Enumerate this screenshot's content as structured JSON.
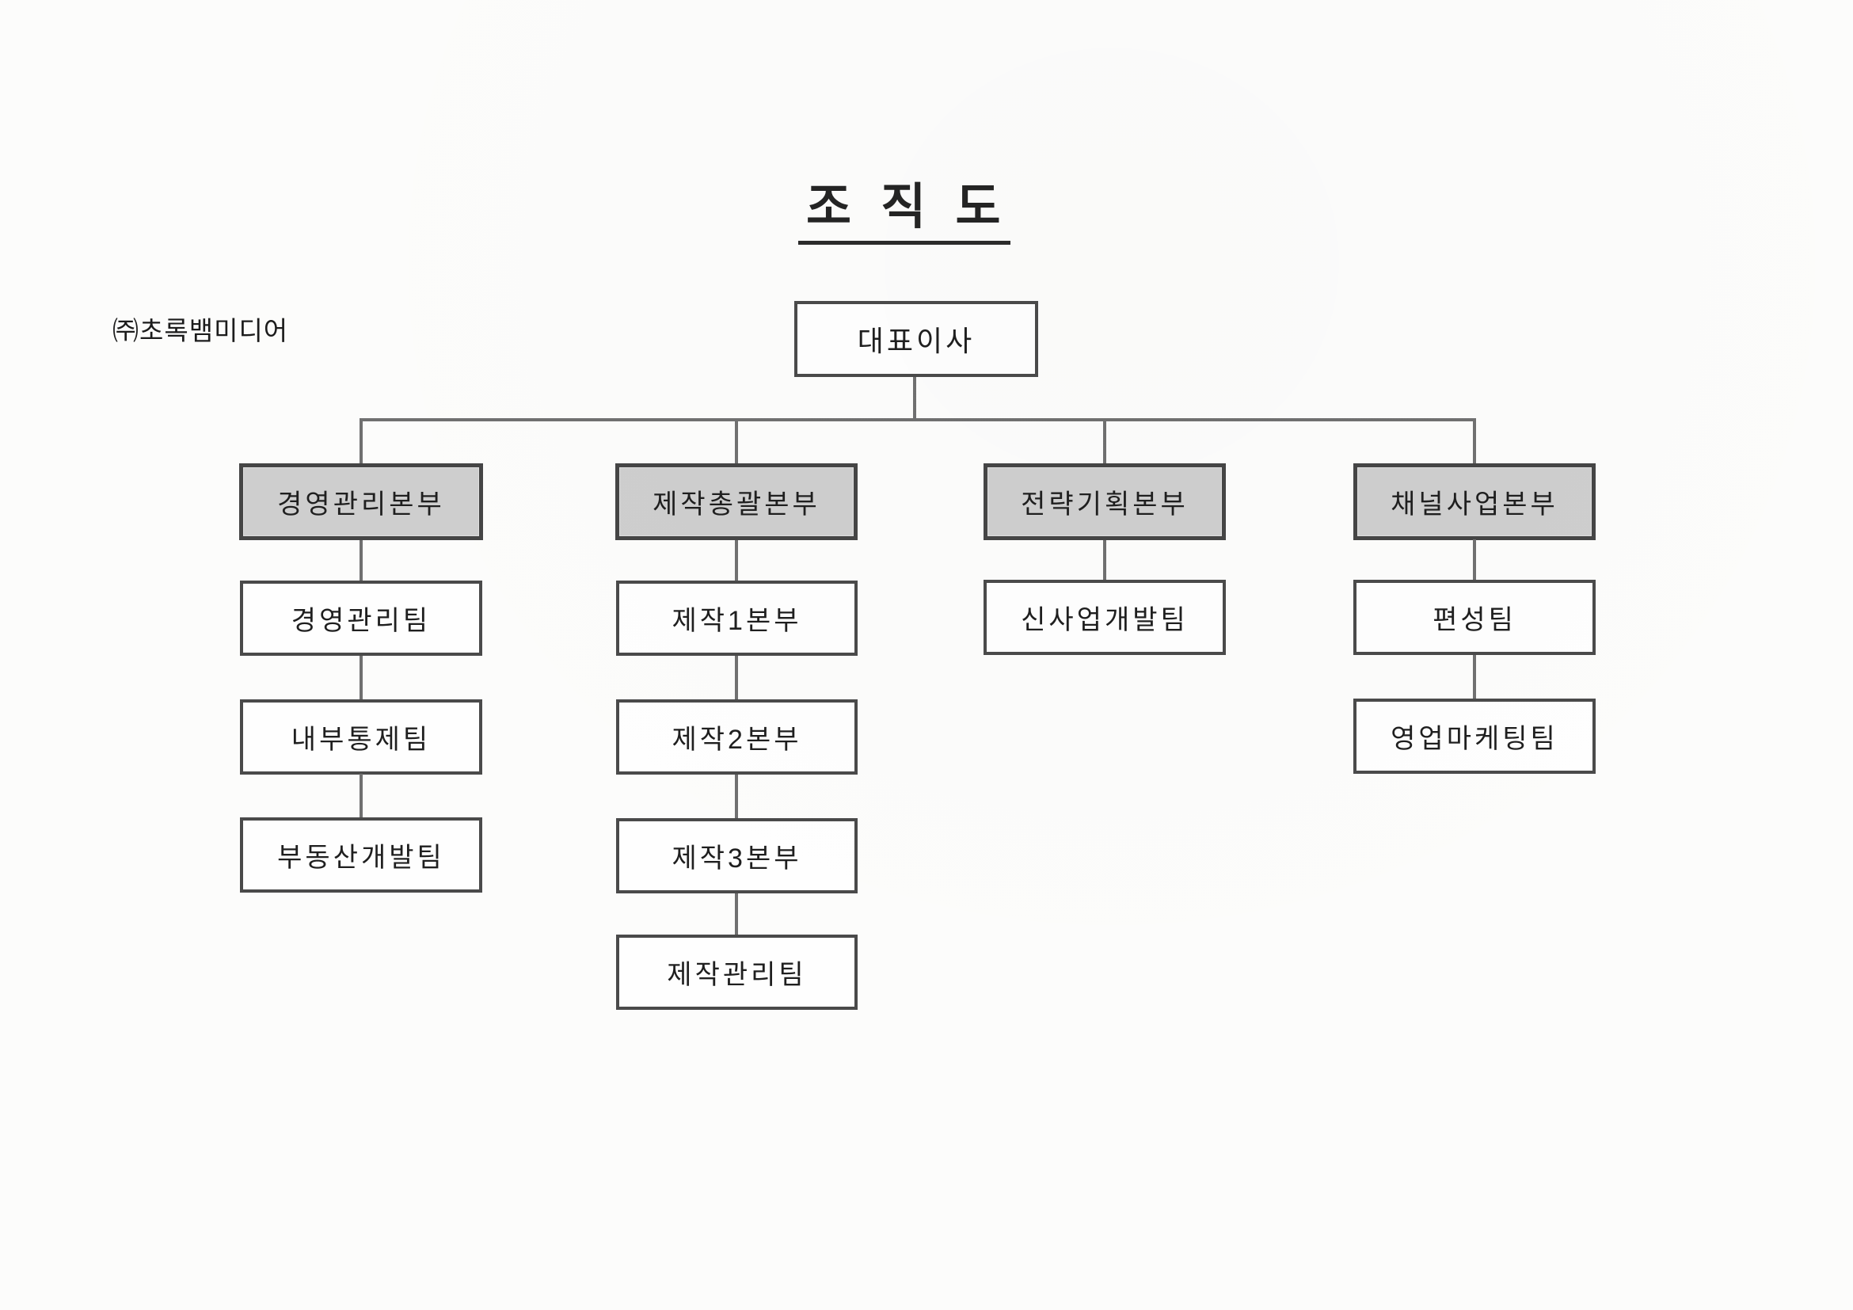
{
  "document": {
    "title": "조 직 도",
    "company_label": "㈜초록뱀미디어"
  },
  "org": {
    "ceo": {
      "label": "대표이사"
    },
    "divisions": [
      {
        "label": "경영관리본부",
        "teams": [
          "경영관리팀",
          "내부통제팀",
          "부동산개발팀"
        ]
      },
      {
        "label": "제작총괄본부",
        "teams": [
          "제작1본부",
          "제작2본부",
          "제작3본부",
          "제작관리팀"
        ]
      },
      {
        "label": "전략기획본부",
        "teams": [
          "신사업개발팀"
        ]
      },
      {
        "label": "채널사업본부",
        "teams": [
          "편성팀",
          "영업마케팅팀"
        ]
      }
    ]
  },
  "colors": {
    "page-bg": "#fcfcfb",
    "box-border": "#4a4a4a",
    "division-fill": "#cecece",
    "node-fill": "#fefefe",
    "connector": "#707070",
    "text": "#1f1f1f"
  }
}
